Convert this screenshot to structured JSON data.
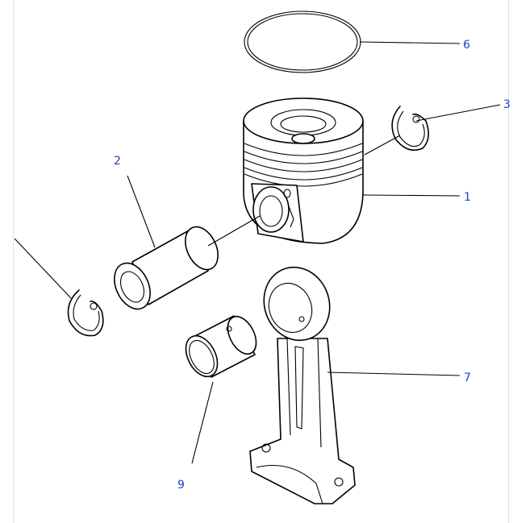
{
  "diagram": {
    "colors": {
      "callout_text": "#1f3fbf",
      "line": "#000000",
      "background": "#ffffff"
    },
    "callouts": [
      {
        "id": "1",
        "label": "1",
        "part": "piston"
      },
      {
        "id": "2",
        "label": "2",
        "part": "piston-pin"
      },
      {
        "id": "3a",
        "label": "3",
        "part": "retaining-ring-right"
      },
      {
        "id": "3b",
        "label": "3",
        "part": "retaining-ring-left"
      },
      {
        "id": "6",
        "label": "6",
        "part": "piston-ring"
      },
      {
        "id": "7",
        "label": "7",
        "part": "connecting-rod"
      },
      {
        "id": "9",
        "label": "9",
        "part": "bushing"
      }
    ]
  }
}
